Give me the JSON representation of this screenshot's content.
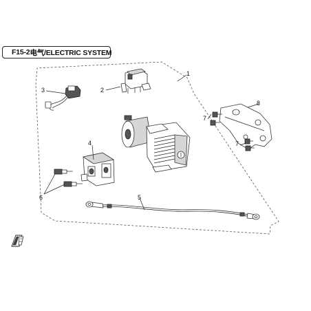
{
  "title": {
    "code": "F15-2",
    "name": "电气/ELECTRIC SYSTEM"
  },
  "callouts": {
    "c1": "1",
    "c2": "2",
    "c3": "3",
    "c4": "4",
    "c5": "5",
    "c6": "6",
    "c7a": "7",
    "c7b": "7",
    "c8": "8"
  },
  "icons": {
    "front_arrow": "front-direction-arrow-icon"
  },
  "colors": {
    "line": "#222222",
    "frame_dash": "#555555",
    "fill_grey": "#d6d6d6"
  }
}
